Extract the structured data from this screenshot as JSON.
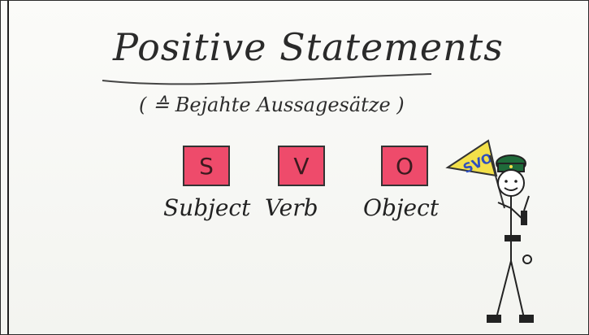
{
  "title": "Positive Statements",
  "subtitle": "( ≙ Bejahte Aussagesätze )",
  "svo": [
    {
      "letter": "S",
      "word": "Subject"
    },
    {
      "letter": "V",
      "word": "Verb"
    },
    {
      "letter": "O",
      "word": "Object"
    }
  ],
  "sign_text": "SVO",
  "colors": {
    "box_fill": "#ee4b6b",
    "sign_fill": "#f3e04a",
    "hat": "#1f6b3a"
  }
}
